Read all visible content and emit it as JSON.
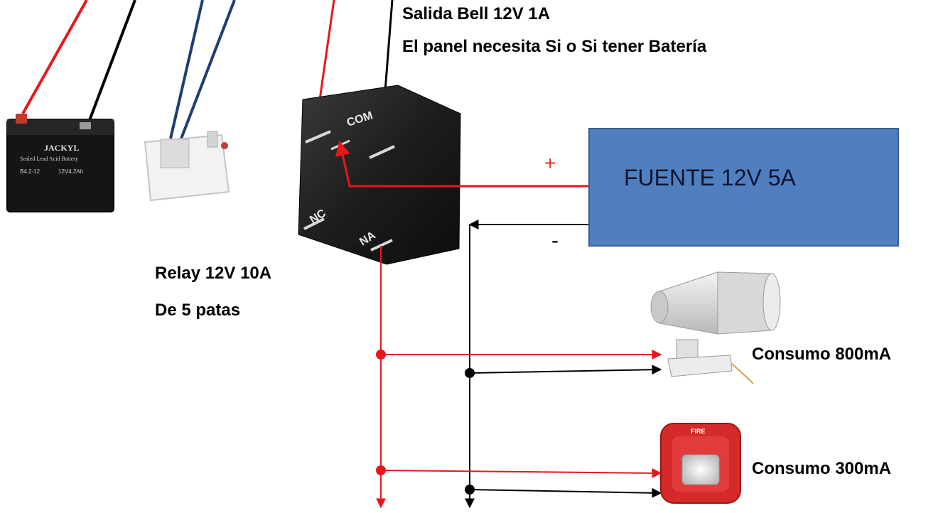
{
  "labels": {
    "bell_output": "Salida Bell 12V 1A",
    "battery_note": "El panel necesita Si o Si tener Batería",
    "relay_title": "Relay 12V 10A",
    "relay_pins": "De 5 patas",
    "psu": "FUENTE 12V 5A",
    "plus": "+",
    "minus": "-",
    "siren_consumption": "Consumo 800mA",
    "strobe_consumption": "Consumo 300mA"
  },
  "relay_pins": {
    "com": "COM",
    "nc": "NC",
    "na": "NA"
  },
  "battery": {
    "brand": "JACKYL",
    "type": "Sealed Lead Acid Battery",
    "model": "B4.2-12",
    "rating": "12V4.2Ah"
  },
  "strobe": {
    "tag": "FIRE"
  },
  "colors": {
    "positive_wire": "#e8161b",
    "negative_wire": "#000000",
    "zone_wire": "#1f3d73",
    "psu_box": "#4f7fbf",
    "relay_body": "#1c1c1c"
  }
}
